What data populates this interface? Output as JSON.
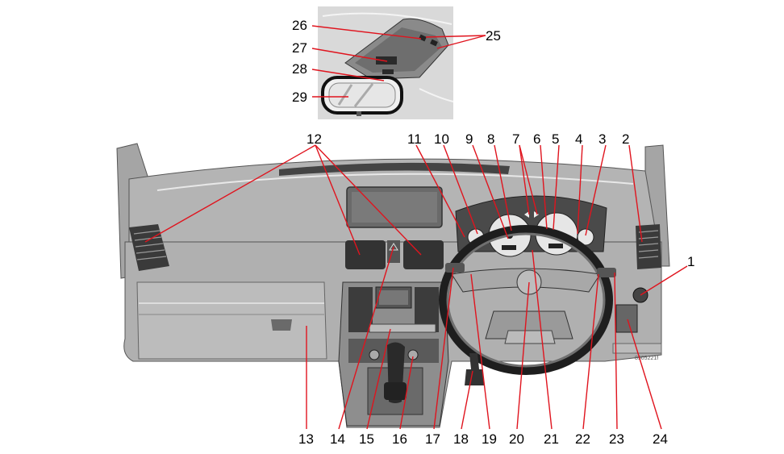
{
  "figure": {
    "code": "8905221f",
    "callouts": [
      "1",
      "2",
      "3",
      "4",
      "5",
      "6",
      "7",
      "8",
      "9",
      "10",
      "11",
      "12",
      "13",
      "14",
      "15",
      "16",
      "17",
      "18",
      "19",
      "20",
      "21",
      "22",
      "23",
      "24",
      "25",
      "26",
      "27",
      "28",
      "29"
    ]
  },
  "colors": {
    "leader": "#e0141e",
    "body": "#b5b5b5",
    "dark": "#4a4a4a",
    "panel": "#9c9c9c"
  }
}
